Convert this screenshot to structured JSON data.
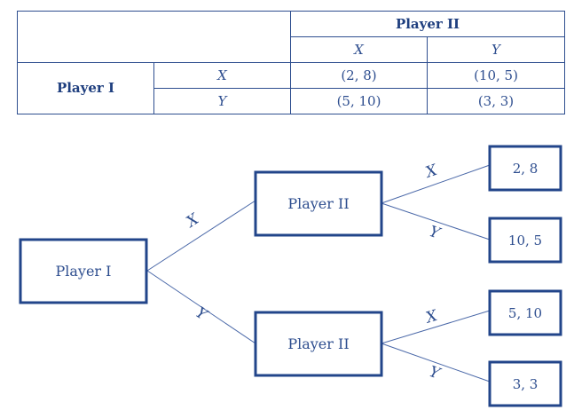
{
  "table": {
    "col_player": "Player II",
    "row_player": "Player I",
    "col_strategies": [
      "X",
      "Y"
    ],
    "row_strategies": [
      "X",
      "Y"
    ],
    "payoffs": [
      [
        "(2, 8)",
        "(10, 5)"
      ],
      [
        "(5, 10)",
        "(3, 3)"
      ]
    ]
  },
  "tree": {
    "root": "Player I",
    "root_edges": [
      "X",
      "Y"
    ],
    "mid_nodes": [
      "Player II",
      "Player II"
    ],
    "mid_edges": [
      "X",
      "Y"
    ],
    "leaves": [
      "2, 8",
      "10, 5",
      "5, 10",
      "3, 3"
    ]
  }
}
